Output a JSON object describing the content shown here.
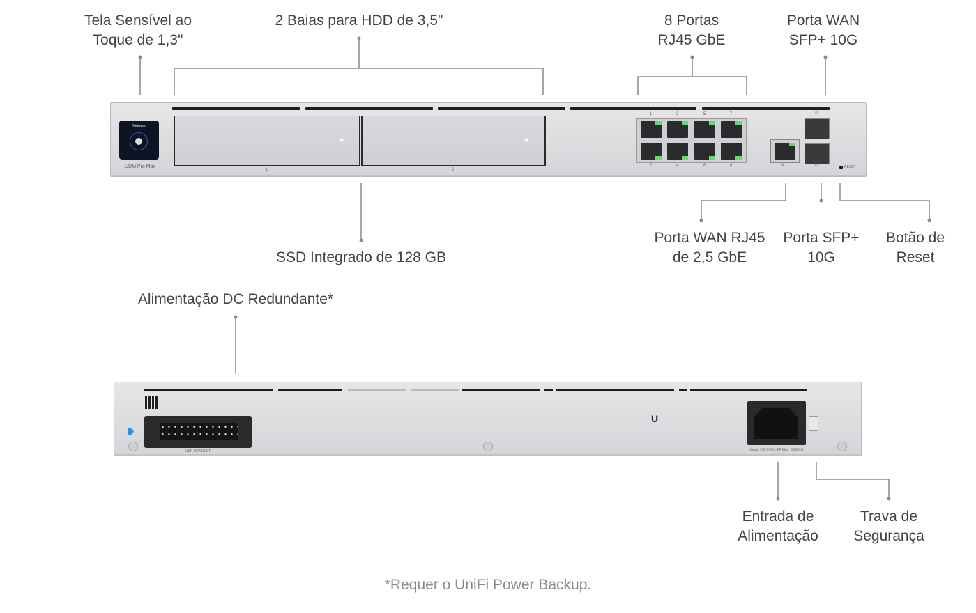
{
  "front": {
    "touchscreen_label": [
      "Tela Sensível ao",
      "Toque de 1,3\""
    ],
    "hdd_label": "2 Baias para HDD de 3,5\"",
    "rj45_label": [
      "8 Portas",
      "RJ45 GbE"
    ],
    "wan_sfp_label": [
      "Porta WAN",
      "SFP+ 10G"
    ],
    "ssd_label": "SSD Integrado de 128 GB",
    "wan_rj45_label": [
      "Porta WAN RJ45",
      "de 2,5 GbE"
    ],
    "sfp_label": [
      "Porta SFP+",
      "10G"
    ],
    "reset_label": [
      "Botão de",
      "Reset"
    ],
    "device": {
      "screen_title": "Network",
      "model": "UDM Pro Max",
      "bay_numbers": [
        "1",
        "2"
      ],
      "port_numbers_top": [
        "1",
        "3",
        "5",
        "7"
      ],
      "port_numbers_bottom": [
        "2",
        "4",
        "6",
        "8"
      ],
      "wan_port_number": "9",
      "sfp_top_number": "10",
      "sfp_bottom_number": "11",
      "reset_text": "RESET"
    }
  },
  "back": {
    "dc_label": "Alimentação DC Redundante*",
    "power_label": [
      "Entrada de",
      "Alimentação"
    ],
    "lock_label": [
      "Trava de",
      "Segurança"
    ],
    "device": {
      "usp_connect": "USP CONNECT",
      "power_rating": "Input: 100-240V~2A Max. 50/60Hz",
      "brand": "UniFi"
    }
  },
  "footnote": "*Requer o UniFi Power Backup.",
  "colors": {
    "text": "#444444",
    "line": "#8a8a8a",
    "led": "#5fe06a",
    "device": "#dcdde0"
  }
}
